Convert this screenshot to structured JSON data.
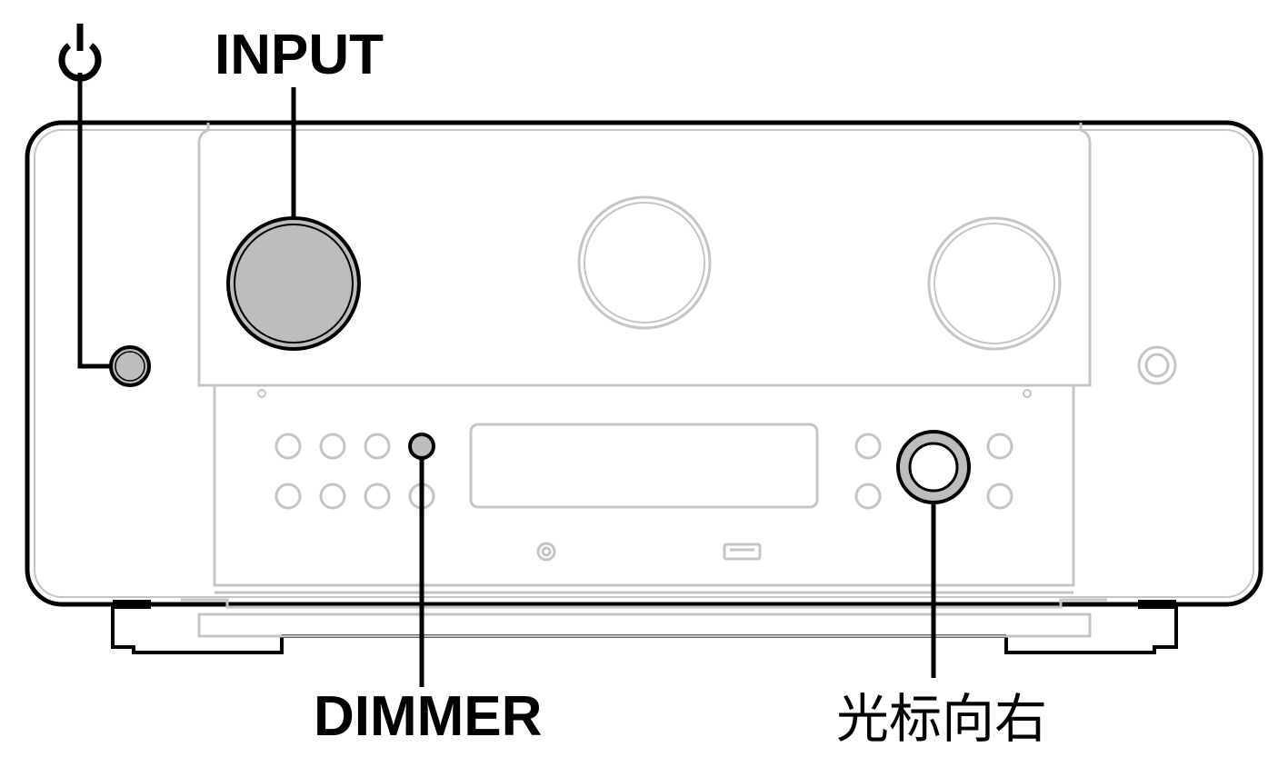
{
  "labels": {
    "input": "INPUT",
    "dimmer": "DIMMER",
    "cursor_right": "光标向右"
  },
  "icons": {
    "power": "power-icon"
  },
  "colors": {
    "outline": "#000000",
    "inactive": "#bdbdbd",
    "highlight_fill": "#bdbdbd"
  }
}
